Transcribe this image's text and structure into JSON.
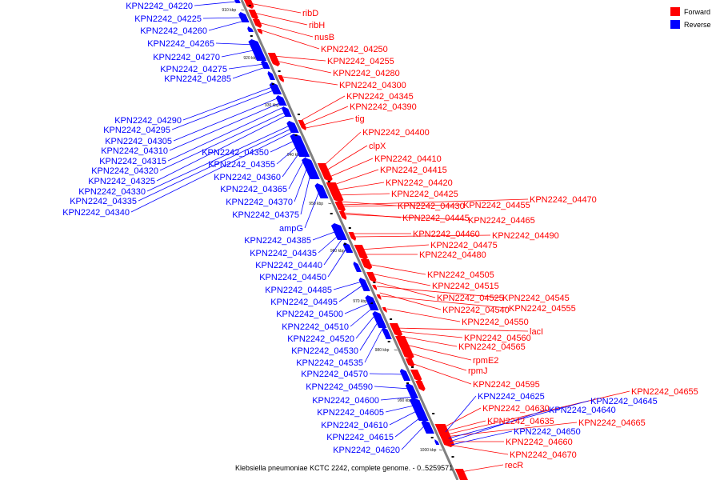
{
  "legend": [
    {
      "label": "Forward",
      "color": "#ff0000"
    },
    {
      "label": "Reverse",
      "color": "#0000ff"
    }
  ],
  "caption": "Klebsiella pneumoniae KCTC 2242, complete genome. - 0..5259571",
  "backbone_color": "#808080",
  "ticks": [
    "910 kbp",
    "920 kbp",
    "930 kbp",
    "940 kbp",
    "950 kbp",
    "960 kbp",
    "970 kbp",
    "980 kbp",
    "990 kbp",
    "1000 kbp"
  ],
  "forward_labels": [
    "ribD",
    "ribH",
    "nusB",
    "KPN2242_04250",
    "KPN2242_04255",
    "KPN2242_04280",
    "KPN2242_04300",
    "KPN2242_04345",
    "KPN2242_04390",
    "tig",
    "KPN2242_04400",
    "clpX",
    "KPN2242_04410",
    "KPN2242_04415",
    "KPN2242_04420",
    "KPN2242_04425",
    "KPN2242_04430",
    "KPN2242_04455",
    "KPN2242_04470",
    "KPN2242_04445",
    "KPN2242_04465",
    "KPN2242_04460",
    "KPN2242_04490",
    "KPN2242_04475",
    "KPN2242_04480",
    "KPN2242_04505",
    "KPN2242_04515",
    "KPN2242_04525",
    "KPN2242_04545",
    "KPN2242_04540",
    "KPN2242_04555",
    "KPN2242_04550",
    "lacI",
    "KPN2242_04560",
    "KPN2242_04565",
    "rpmE2",
    "rpmJ",
    "KPN2242_04595",
    "KPN2242_04655",
    "KPN2242_04630",
    "KPN2242_04635",
    "KPN2242_04665",
    "KPN2242_04660",
    "KPN2242_04670",
    "recR"
  ],
  "reverse_labels": [
    "KPN2242_04220",
    "KPN2242_04225",
    "KPN2242_04260",
    "KPN2242_04265",
    "KPN2242_04270",
    "KPN2242_04275",
    "KPN2242_04285",
    "KPN2242_04290",
    "KPN2242_04295",
    "KPN2242_04305",
    "KPN2242_04310",
    "KPN2242_04315",
    "KPN2242_04320",
    "KPN2242_04325",
    "KPN2242_04330",
    "KPN2242_04335",
    "KPN2242_04340",
    "KPN2242_04350",
    "KPN2242_04355",
    "KPN2242_04360",
    "KPN2242_04365",
    "KPN2242_04370",
    "KPN2242_04375",
    "ampG",
    "KPN2242_04385",
    "KPN2242_04435",
    "KPN2242_04440",
    "KPN2242_04450",
    "KPN2242_04485",
    "KPN2242_04495",
    "KPN2242_04500",
    "KPN2242_04510",
    "KPN2242_04520",
    "KPN2242_04530",
    "KPN2242_04535",
    "KPN2242_04570",
    "KPN2242_04590",
    "KPN2242_04600",
    "KPN2242_04605",
    "KPN2242_04610",
    "KPN2242_04615",
    "KPN2242_04620",
    "KPN2242_04625",
    "KPN2242_04645",
    "KPN2242_04640",
    "KPN2242_04650"
  ]
}
